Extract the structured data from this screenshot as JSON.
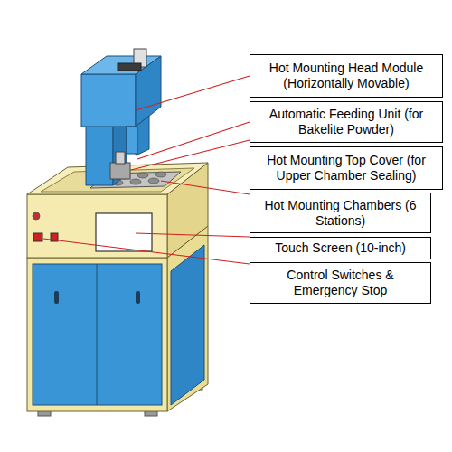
{
  "diagram": {
    "nodes": [
      {
        "text": [
          "Hot Mounting Head Module (Horizontally Movable)"
        ]
      },
      {
        "text": [
          "Automatic Feeding Unit (for Bakelite Powder)"
        ]
      },
      {
        "text": [
          "Hot Mounting Top Cover (for Upper Chamber Sealing)"
        ]
      },
      {
        "text": [
          "Hot Mounting Chambers (6 Stations)"
        ]
      },
      {
        "text": [
          "Touch Screen (10-inch)"
        ]
      },
      {
        "text": [
          "Control Switches & Emergency Stop"
        ]
      }
    ]
  }
}
